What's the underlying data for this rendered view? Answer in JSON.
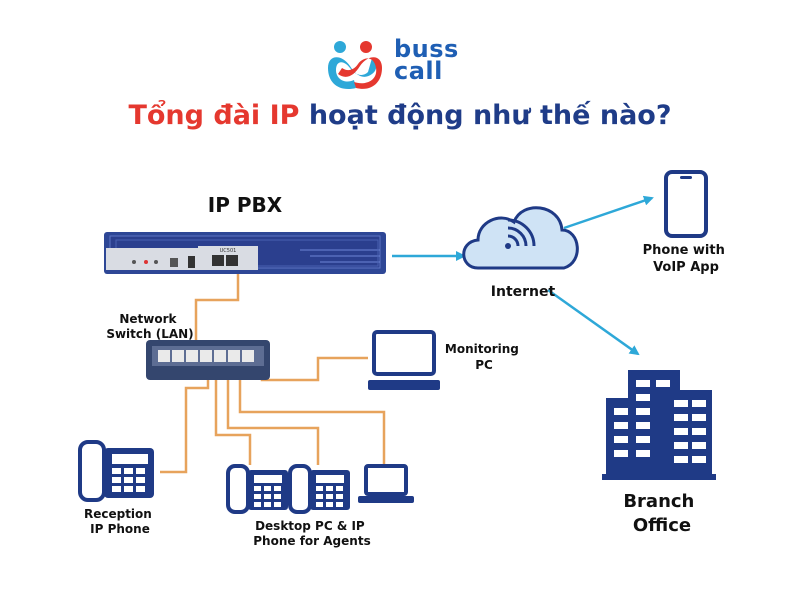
{
  "brand": {
    "line1": "buss",
    "line2": "call"
  },
  "title": {
    "part1": "Tổng đài IP",
    "part2": "hoạt động như thế nào?"
  },
  "labels": {
    "pbx": "IP PBX",
    "pbx_panel": "UC501",
    "switch": [
      "Network",
      "Switch (LAN)"
    ],
    "internet": "Internet",
    "phone_app": [
      "Phone with",
      "VoIP App"
    ],
    "monitoring": [
      "Monitoring",
      "PC"
    ],
    "reception": [
      "Reception",
      "IP Phone"
    ],
    "agents": [
      "Desktop PC & IP",
      "Phone for Agents"
    ],
    "branch": [
      "Branch",
      "Office"
    ]
  },
  "colors": {
    "wire": "#e7a35c",
    "arrow": "#2ea8d8",
    "navy": "#1f3a86",
    "red": "#e5382f",
    "cloud": "#cfe3f5"
  }
}
